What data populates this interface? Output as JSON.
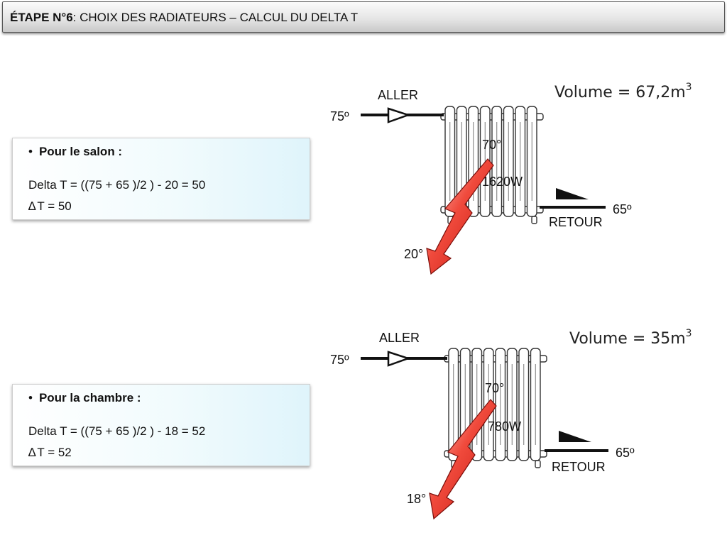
{
  "header": {
    "title_bold": "ÉTAPE N°6",
    "title_rest": ": CHOIX DES RADIATEURS – CALCUL DU DELTA T"
  },
  "sections": [
    {
      "bullet": "•",
      "heading": "Pour le salon :",
      "formula": "Delta T = ((75 + 65 )/2 ) - 20 = 50",
      "delta_symbol": "∆",
      "delta_result": "T = 50",
      "diagram": {
        "volume_label": "Volume = 67,2m",
        "volume_exponent": "3",
        "supply_label": "ALLER",
        "supply_temp": "75º",
        "radiator_temp": "70°",
        "power": "1620W",
        "return_label": "RETOUR",
        "return_temp": "65º",
        "room_temp": "20°"
      }
    },
    {
      "bullet": "•",
      "heading": "Pour la chambre :",
      "formula": "Delta T = ((75 + 65 )/2 ) - 18 = 52",
      "delta_symbol": "∆",
      "delta_result": "T = 52",
      "diagram": {
        "volume_label": "Volume = 35m",
        "volume_exponent": "3",
        "supply_label": "ALLER",
        "supply_temp": "75º",
        "radiator_temp": "70°",
        "power": "780W",
        "return_label": "RETOUR",
        "return_temp": "65º",
        "room_temp": "18°"
      }
    }
  ],
  "colors": {
    "arrow_red": "#e8231c",
    "arrow_light": "#f7b6b0",
    "pipe": "#111111"
  },
  "icons": [
    "radiator-icon",
    "supply-arrow-icon",
    "return-arrow-icon",
    "heat-lightning-arrow-icon"
  ]
}
